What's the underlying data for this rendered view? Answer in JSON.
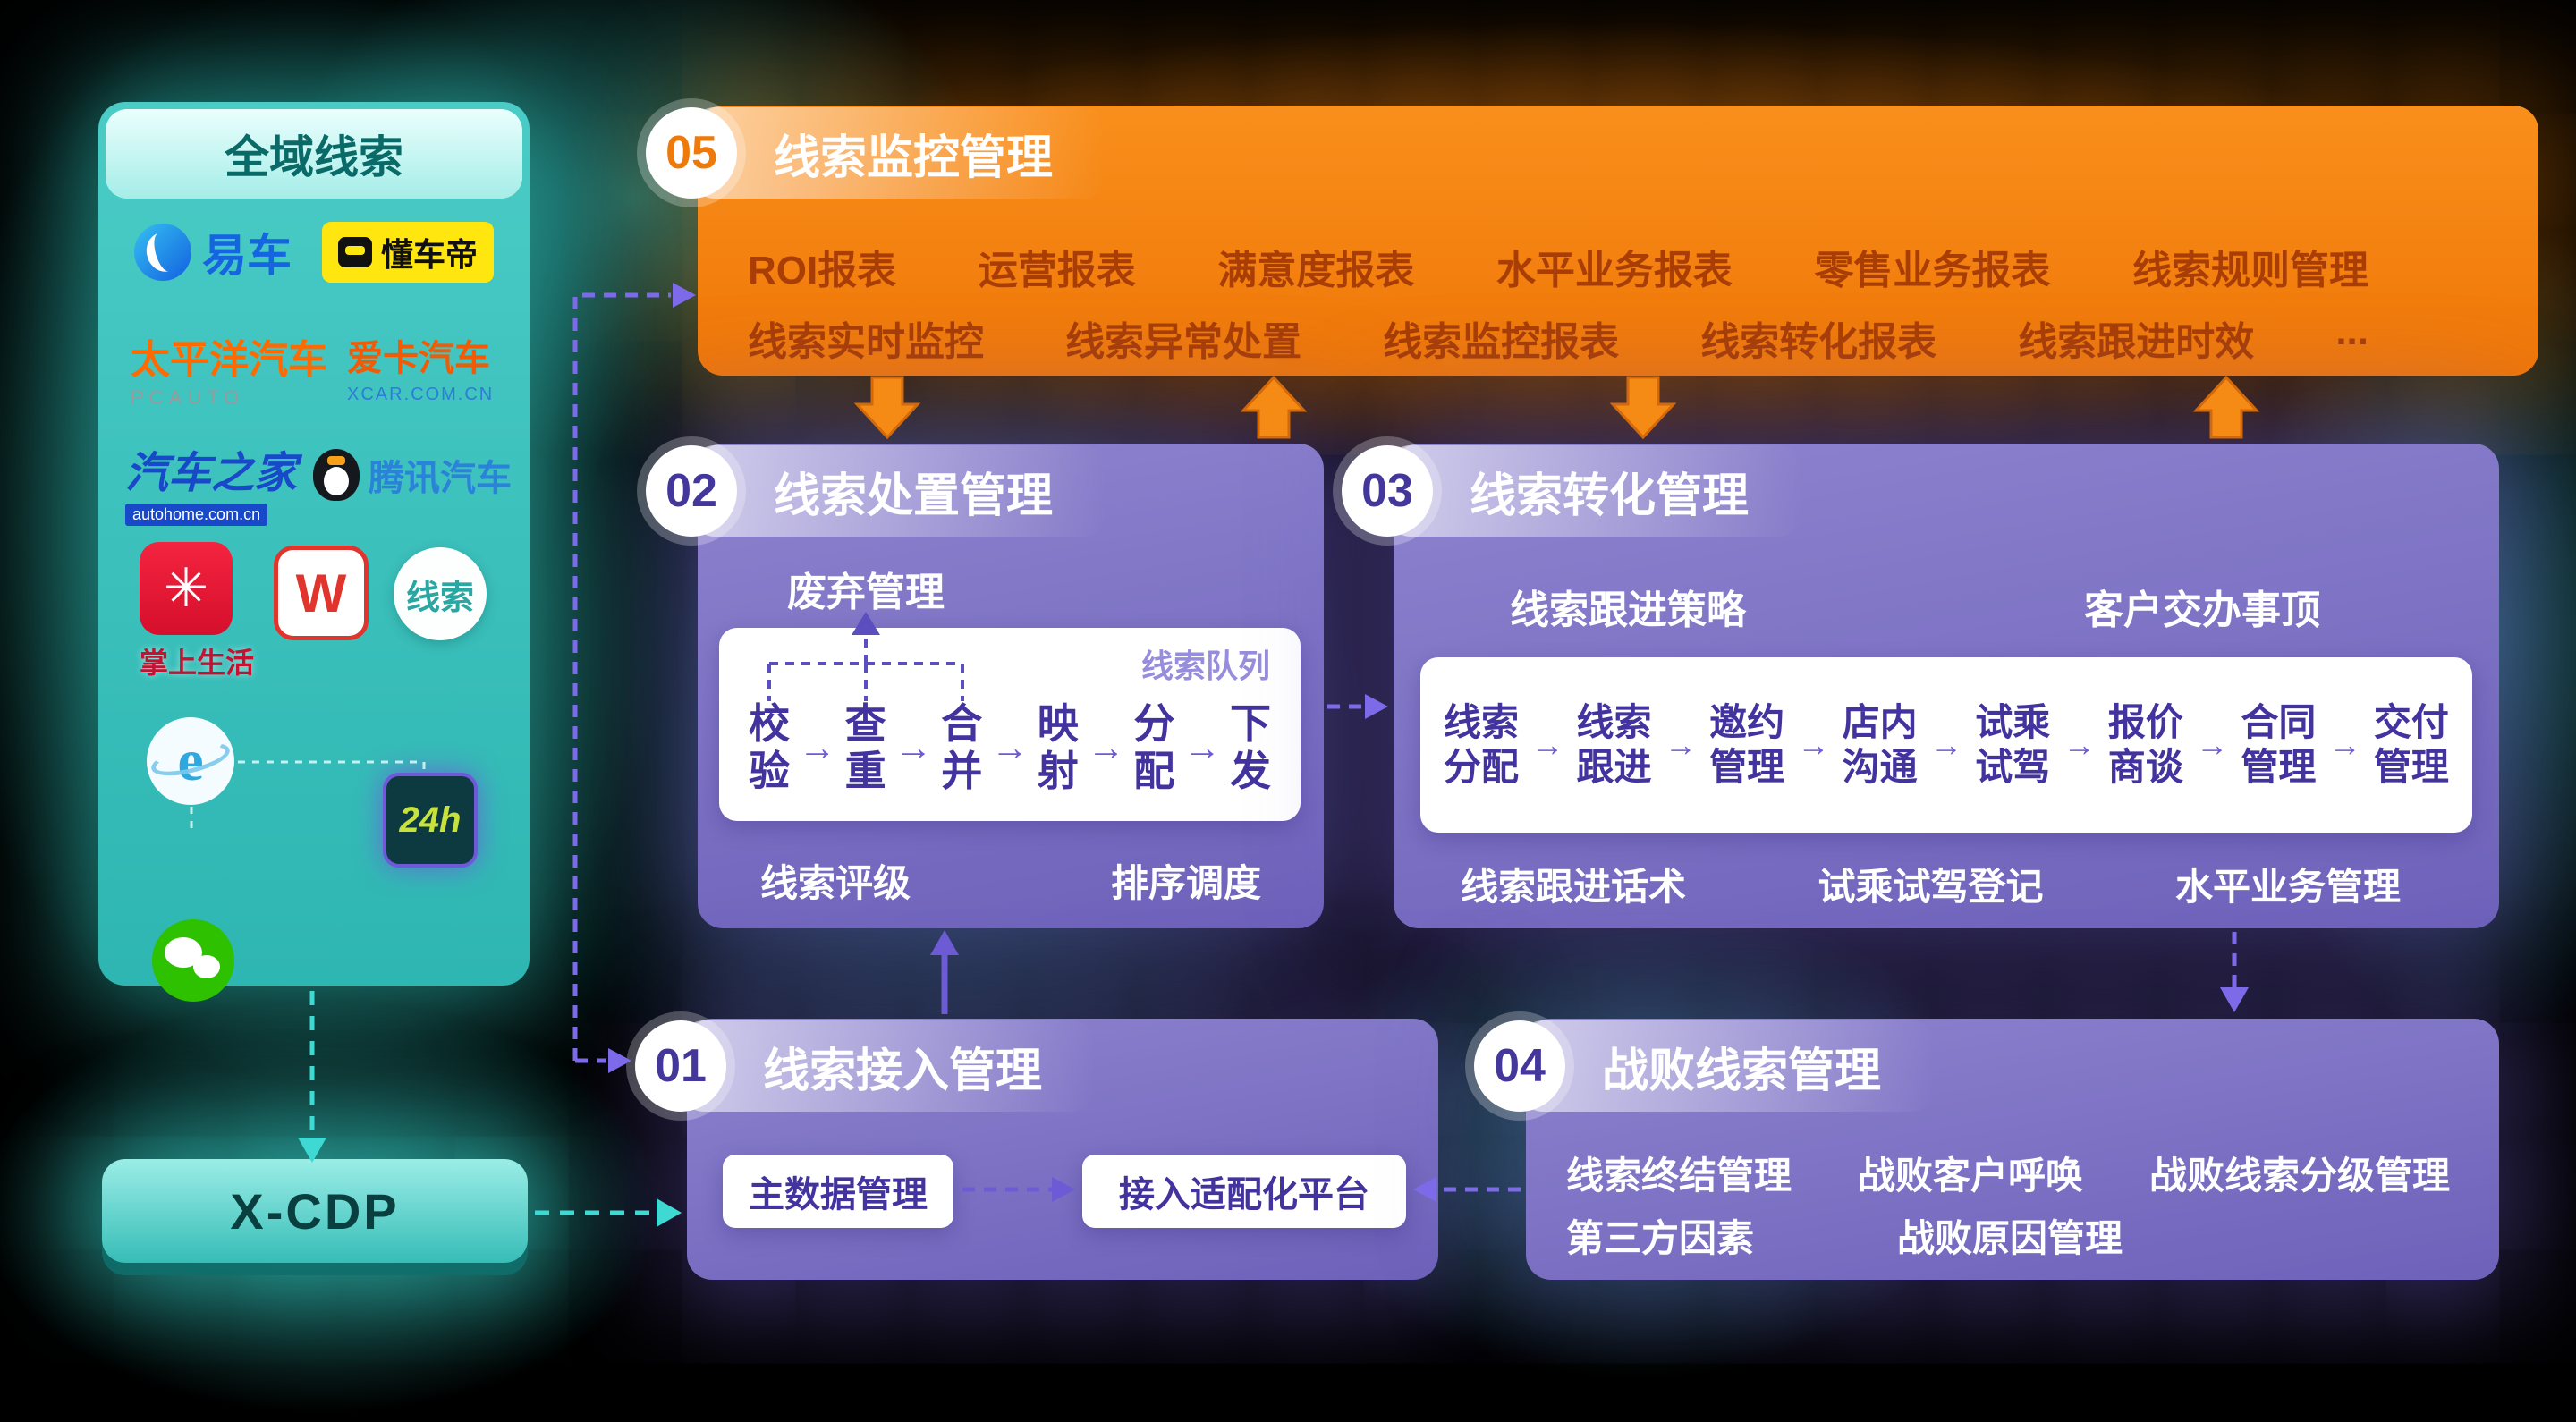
{
  "colors": {
    "background": "#000000",
    "teal": "#35C6C0",
    "orange": "#F5820B",
    "purple": "#7A6EC4",
    "deep_purple": "#43339E",
    "monitor_text": "#A83E06",
    "white": "#FFFFFF"
  },
  "icons": {
    "arrow_right": "→",
    "flower": "✳"
  },
  "sidebar": {
    "title": "全域线索",
    "logos": {
      "yiche": {
        "label": "易车"
      },
      "dongchedi": {
        "label": "懂车帝"
      },
      "pcauto": {
        "label": "太平洋汽车",
        "sub": "PCAUTO"
      },
      "xcar": {
        "label": "爱卡汽车",
        "sub": "XCAR.COM.CN"
      },
      "autohome": {
        "label": "汽车之家",
        "sub": "autohome.com.cn"
      },
      "tencent": {
        "label": "腾讯汽车"
      },
      "zss": {
        "label": "掌上生活"
      },
      "w_app": {
        "label": "W"
      },
      "xiansuo": {
        "label": "线索"
      },
      "ie": {
        "label": "e"
      },
      "h24": {
        "label": "24h"
      }
    },
    "xcdp": "X-CDP"
  },
  "monitor": {
    "number": "05",
    "title": "线索监控管理",
    "row1": [
      "ROI报表",
      "运营报表",
      "满意度报表",
      "水平业务报表",
      "零售业务报表",
      "线索规则管理"
    ],
    "row2": [
      "线索实时监控",
      "线索异常处置",
      "线索监控报表",
      "线索转化报表",
      "线索跟进时效",
      "..."
    ]
  },
  "dispose": {
    "number": "02",
    "title": "线索处置管理",
    "discard_label": "废弃管理",
    "queue_label": "线索队列",
    "steps": [
      "校验",
      "查重",
      "合并",
      "映射",
      "分配",
      "下发"
    ],
    "bottom": [
      "线索评级",
      "排序调度"
    ]
  },
  "convert": {
    "number": "03",
    "title": "线索转化管理",
    "top": [
      "线索跟进策略",
      "客户交办事顶"
    ],
    "steps": [
      "线索分配",
      "线索跟进",
      "邀约管理",
      "店内沟通",
      "试乘试驾",
      "报价商谈",
      "合同管理",
      "交付管理"
    ],
    "bottom": [
      "线索跟进话术",
      "试乘试驾登记",
      "水平业务管理"
    ]
  },
  "access": {
    "number": "01",
    "title": "线索接入管理",
    "items": [
      "主数据管理",
      "接入适配化平台"
    ]
  },
  "defeat": {
    "number": "04",
    "title": "战败线索管理",
    "row1": [
      "线索终结管理",
      "战败客户呼唤",
      "战败线索分级管理"
    ],
    "row2": [
      "第三方因素",
      "战败原因管理"
    ]
  }
}
